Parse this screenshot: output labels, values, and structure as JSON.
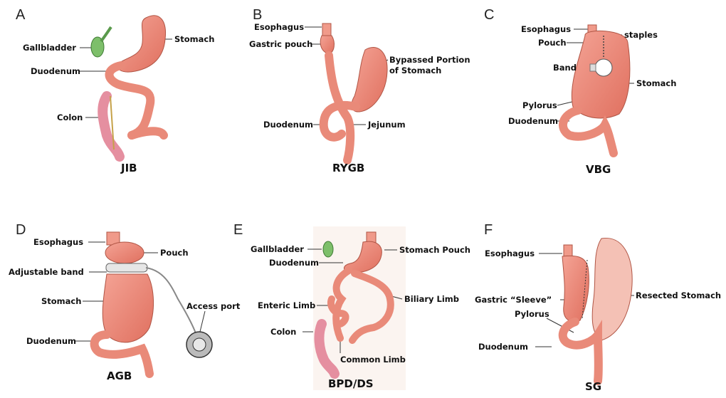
{
  "panels": {
    "a": {
      "letter": "A",
      "title": "JIB",
      "labels": {
        "gallbladder": "Gallbladder",
        "stomach": "Stomach",
        "duodenum": "Duodenum",
        "colon": "Colon"
      }
    },
    "b": {
      "letter": "B",
      "title": "RYGB",
      "labels": {
        "esophagus": "Esophagus",
        "gastric_pouch": "Gastric pouch",
        "bypassed_1": "Bypassed Portion",
        "bypassed_2": "of Stomach",
        "duodenum": "Duodenum",
        "jejunum": "Jejunum"
      }
    },
    "c": {
      "letter": "C",
      "title": "VBG",
      "labels": {
        "esophagus": "Esophagus",
        "staples": "staples",
        "pouch": "Pouch",
        "band": "Band",
        "stomach": "Stomach",
        "pylorus": "Pylorus",
        "duodenum": "Duodenum"
      }
    },
    "d": {
      "letter": "D",
      "title": "AGB",
      "labels": {
        "esophagus": "Esophagus",
        "pouch": "Pouch",
        "adjustable_band": "Adjustable band",
        "stomach": "Stomach",
        "access_port": "Access port",
        "duodenum": "Duodenum"
      }
    },
    "e": {
      "letter": "E",
      "title": "BPD/DS",
      "labels": {
        "gallbladder": "Gallbladder",
        "stomach_pouch": "Stomach Pouch",
        "duodenum": "Duodenum",
        "biliary_limb": "Biliary Limb",
        "enteric_limb": "Enteric Limb",
        "colon": "Colon",
        "common_limb": "Common Limb"
      }
    },
    "f": {
      "letter": "F",
      "title": "SG",
      "labels": {
        "esophagus": "Esophagus",
        "gastric_sleeve": "Gastric “Sleeve”",
        "resected_stomach": "Resected Stomach",
        "pylorus": "Pylorus",
        "duodenum": "Duodenum"
      }
    }
  },
  "colors": {
    "tissue": "#ee8b7c",
    "tissue_dark": "#c9604f",
    "gallbladder": "#7dbf6a",
    "line": "#333333",
    "colon": "#e58fa0"
  }
}
